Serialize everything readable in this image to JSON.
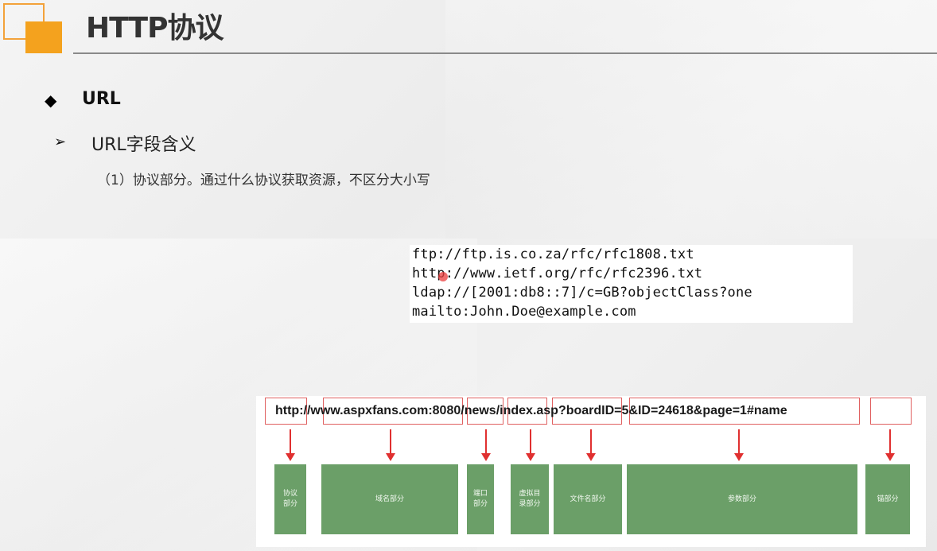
{
  "header": {
    "title": "HTTP协议"
  },
  "section": {
    "bullet_label": "URL",
    "sub_label": "URL字段含义",
    "description": "（1）协议部分。通过什么协议获取资源，不区分大小写"
  },
  "code_examples": [
    "ftp://ftp.is.co.za/rfc/rfc1808.txt",
    "http://www.ietf.org/rfc/rfc2396.txt",
    "ldap://[2001:db8::7]/c=GB?objectClass?one",
    "mailto:John.Doe@example.com"
  ],
  "url_diagram": {
    "url": "http://www.aspxfans.com:8080/news/index.asp?boardID=5&ID=24618&page=1#name",
    "parts": [
      {
        "label": "协议\n部分"
      },
      {
        "label": "域名部分"
      },
      {
        "label": "端口\n部分"
      },
      {
        "label": "虚拟目\n录部分"
      },
      {
        "label": "文件名部分"
      },
      {
        "label": "参数部分"
      },
      {
        "label": "锚部分"
      }
    ]
  },
  "colors": {
    "accent_orange": "#f4a21e",
    "segment_border": "#e06060",
    "arrow": "#e03030",
    "part_green": "#6b9f68"
  }
}
